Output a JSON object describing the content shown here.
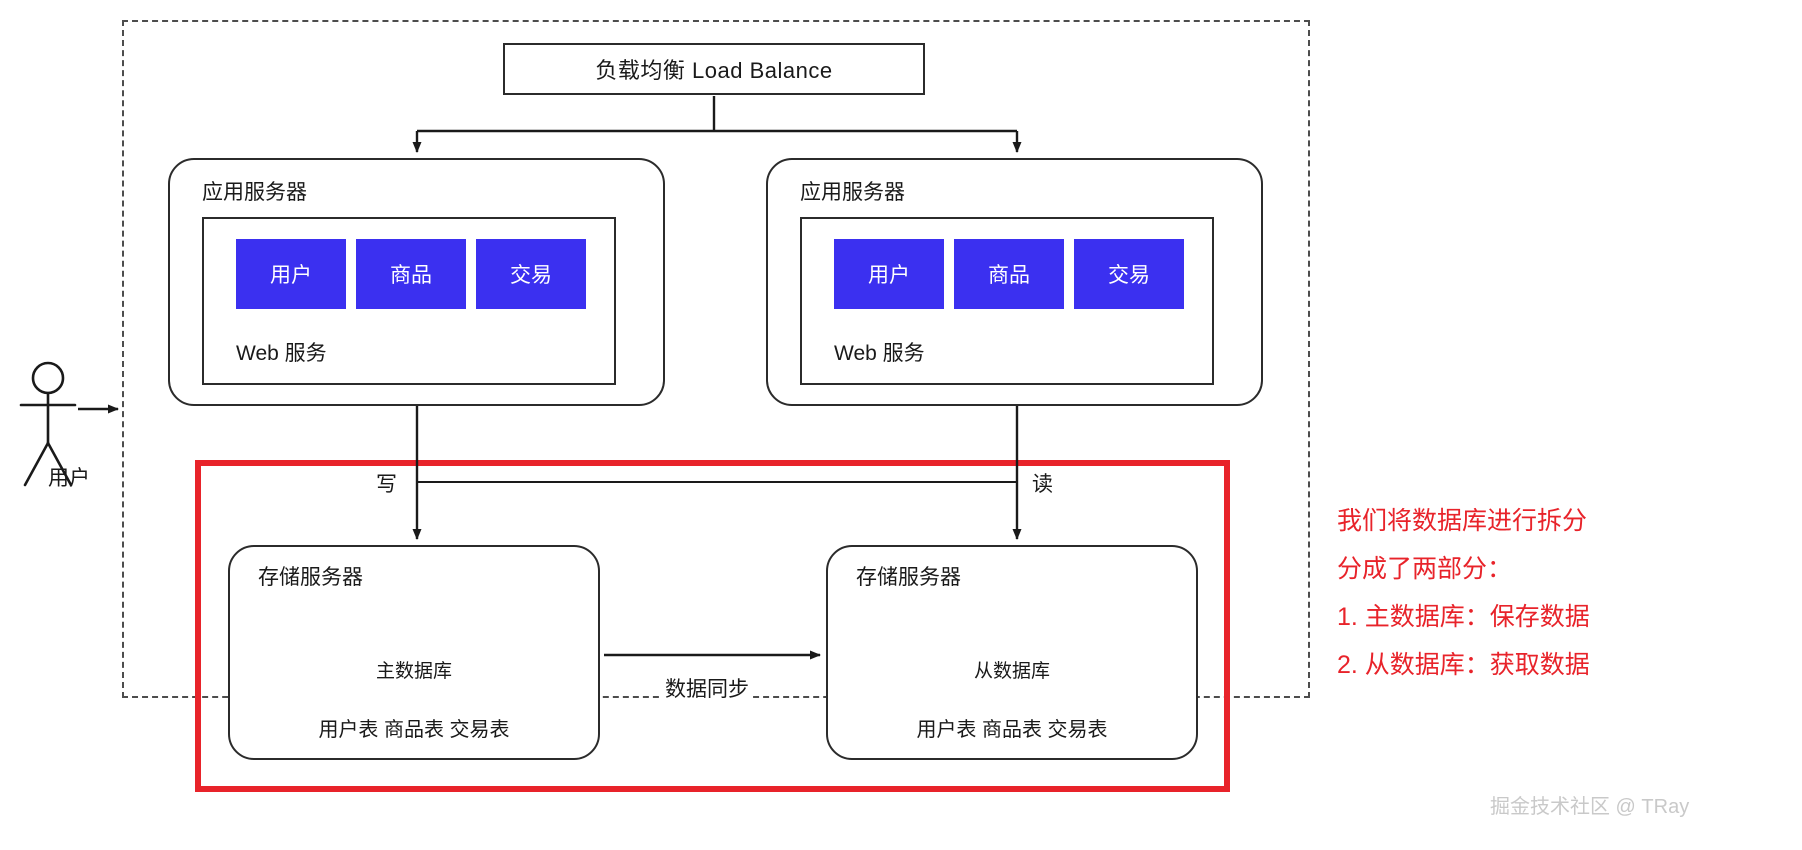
{
  "diagram": {
    "title": "负载均衡 Load Balance",
    "load_balancer": {
      "label": "负载均衡 Load Balance"
    },
    "actor": {
      "label": "用户",
      "icon": "stick-figure-user-icon"
    },
    "app_servers": [
      {
        "title": "应用服务器",
        "web_label": "Web 服务",
        "services": [
          "用户",
          "商品",
          "交易"
        ]
      },
      {
        "title": "应用服务器",
        "web_label": "Web 服务",
        "services": [
          "用户",
          "商品",
          "交易"
        ]
      }
    ],
    "storage_servers": [
      {
        "title": "存储服务器",
        "db_label": "主数据库",
        "tables": "用户表 商品表 交易表"
      },
      {
        "title": "存储服务器",
        "db_label": "从数据库",
        "tables": "用户表 商品表 交易表"
      }
    ],
    "edges": {
      "write": "写",
      "read": "读",
      "sync": "数据同步"
    }
  },
  "annotation": {
    "lines": [
      "我们将数据库进行拆分",
      "分成了两部分：",
      "1. 主数据库：保存数据",
      "2. 从数据库：获取数据"
    ]
  },
  "watermark": {
    "text": "掘金技术社区 @ TRay"
  },
  "colors": {
    "service_chip": "#3b30f0",
    "annotation_red": "#e8232a",
    "highlight_border": "#e8232a",
    "line": "#2b2b2b",
    "dashed_boundary": "#4d4d4d",
    "watermark": "#c9c9c9"
  }
}
